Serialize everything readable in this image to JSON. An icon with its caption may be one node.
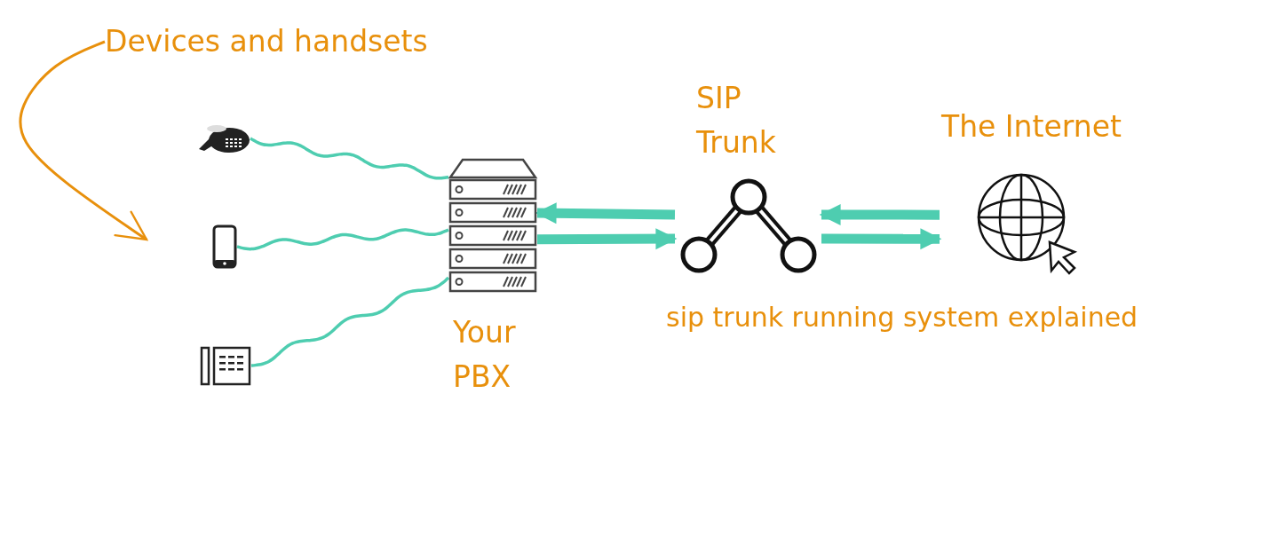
{
  "diagram": {
    "nodes": [
      {
        "text": [
          "Devices and handsets"
        ]
      },
      {
        "text": [],
        "shape": "picture"
      },
      {
        "text": [],
        "shape": "picture"
      },
      {
        "text": [],
        "shape": "picture"
      },
      {
        "text": [
          "Your PBX"
        ]
      },
      {
        "text": [
          "SIP Trunk"
        ]
      },
      {
        "text": [
          "The Internet"
        ]
      }
    ],
    "edges": [
      {
        "from": 0,
        "to": null,
        "arrow": "to",
        "color": "#e8900c"
      },
      {
        "from": 1,
        "to": 4,
        "arrow": "none"
      },
      {
        "from": 2,
        "to": 4,
        "arrow": "none"
      },
      {
        "from": 3,
        "to": 4,
        "arrow": "none"
      },
      {
        "from": 5,
        "to": 4,
        "arrow": "to",
        "style": "thick"
      },
      {
        "from": 4,
        "to": 5,
        "arrow": "to",
        "style": "thick"
      },
      {
        "from": 6,
        "to": 5,
        "arrow": "to",
        "style": "thick"
      },
      {
        "from": 5,
        "to": 6,
        "arrow": "to",
        "style": "thick"
      }
    ],
    "labels": [
      "sip trunk running system explained"
    ]
  }
}
